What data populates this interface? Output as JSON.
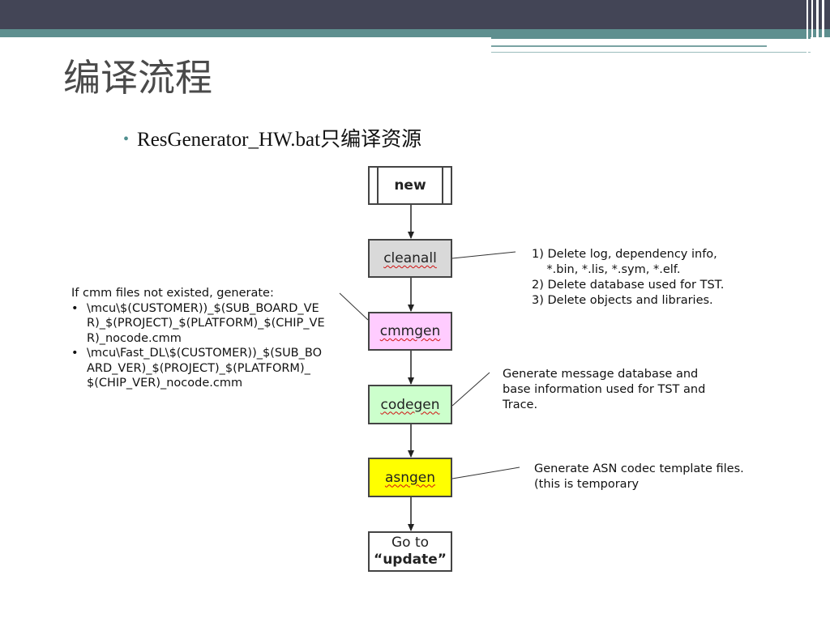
{
  "slide": {
    "title": "编译流程",
    "bullet": "ResGenerator_HW.bat只编译资源"
  },
  "flowchart": {
    "steps": [
      {
        "id": "new",
        "label": "new"
      },
      {
        "id": "cleanall",
        "label": "cleanall"
      },
      {
        "id": "cmmgen",
        "label": "cmmgen"
      },
      {
        "id": "codegen",
        "label": "codegen"
      },
      {
        "id": "asngen",
        "label": "asngen"
      },
      {
        "id": "goto",
        "label_line1": "Go to",
        "label_line2": "“update”"
      }
    ],
    "colors": {
      "new": "#ffffff",
      "cleanall": "#d9d9d9",
      "cmmgen": "#ffccff",
      "codegen": "#ccffcc",
      "asngen": "#ffff00",
      "goto": "#ffffff"
    },
    "cleanall_note": [
      "1) Delete log, dependency info,",
      "    *.bin, *.lis, *.sym, *.elf.",
      "2) Delete database used for TST.",
      "3) Delete objects and libraries."
    ],
    "cmmgen_note": {
      "heading": "If cmm files not existed, generate:",
      "items": [
        "\\mcu\\$(CUSTOMER))_$(SUB_BOARD_VER)_$(PROJECT)_$(PLATFORM)_$(CHIP_VER)_nocode.cmm",
        "\\mcu\\Fast_DL\\$(CUSTOMER))_$(SUB_BOARD_VER)_$(PROJECT)_$(PLATFORM)_$(CHIP_VER)_nocode.cmm"
      ]
    },
    "codegen_note": [
      "Generate message database and",
      "base information used for TST and",
      "Trace."
    ],
    "asngen_note": [
      "Generate ASN codec template files.",
      "(this is temporary"
    ]
  }
}
